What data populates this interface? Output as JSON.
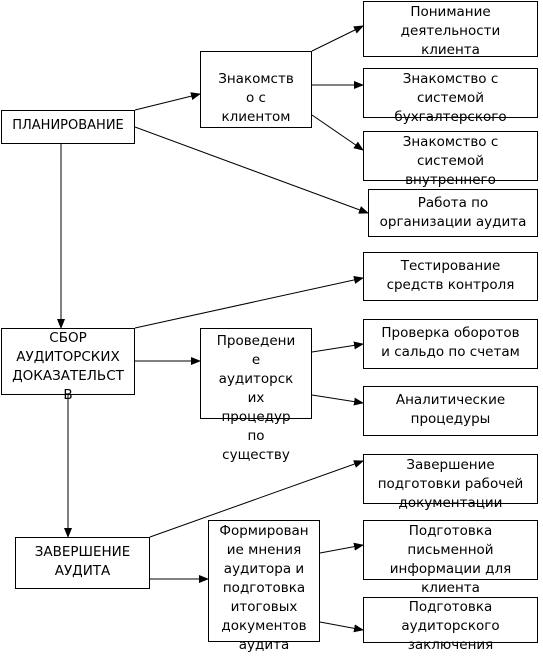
{
  "nodes": {
    "plan": "ПЛАНИРОВАНИЕ",
    "sbor": "СБОР\nАУДИТОРСКИХ\nДОКАЗАТЕЛЬСТ\nВ",
    "zav": "ЗАВЕРШЕНИЕ\nАУДИТА",
    "znak": "Знакомств\nо с\nклиентом",
    "prov": "Проведени\nе\nаудиторск\nих\nпроцедур\nпо\nсуществу",
    "form": "Формирован\nие мнения\nаудитора и\nподготовка\nитоговых\nдокументов\nаудита",
    "r1": "Понимание\nдеятельности\nклиента",
    "r2": "Знакомство с\nсистемой\nбухгалтерского",
    "r3": "Знакомство с\nсистемой\nвнутреннего",
    "r4": "Работа по\nорганизации аудита",
    "r5": "Тестирование\nсредств контроля",
    "r6": "Проверка оборотов\nи сальдо по счетам",
    "r7": "Аналитические\nпроцедуры",
    "r8": "Завершение\nподготовки рабочей\nдокументации",
    "r9": "Подготовка\nписьменной\nинформации для\nклиента",
    "r10": "Подготовка\nаудиторского\nзаключения"
  },
  "edges": [
    [
      "plan",
      "znak"
    ],
    [
      "plan",
      "r4"
    ],
    [
      "plan",
      "sbor"
    ],
    [
      "znak",
      "r1"
    ],
    [
      "znak",
      "r2"
    ],
    [
      "znak",
      "r3"
    ],
    [
      "sbor",
      "r5"
    ],
    [
      "sbor",
      "prov"
    ],
    [
      "sbor",
      "zav"
    ],
    [
      "prov",
      "r6"
    ],
    [
      "prov",
      "r7"
    ],
    [
      "zav",
      "r8"
    ],
    [
      "zav",
      "form"
    ],
    [
      "form",
      "r9"
    ],
    [
      "form",
      "r10"
    ]
  ]
}
